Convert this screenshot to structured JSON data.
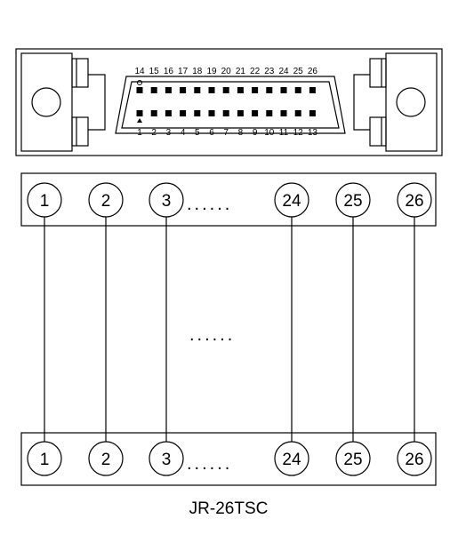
{
  "connector": {
    "top_row_labels": [
      "14",
      "15",
      "16",
      "17",
      "18",
      "19",
      "20",
      "21",
      "22",
      "23",
      "24",
      "25",
      "26"
    ],
    "bottom_row_labels": [
      "1",
      "2",
      "3",
      "4",
      "5",
      "6",
      "7",
      "8",
      "9",
      "10",
      "11",
      "12",
      "13"
    ]
  },
  "wiring": {
    "pins": [
      "1",
      "2",
      "3",
      "24",
      "25",
      "26"
    ],
    "ellipsis_top": "......",
    "ellipsis_middle": "......",
    "ellipsis_bottom": "......"
  },
  "caption": "JR-26TSC"
}
